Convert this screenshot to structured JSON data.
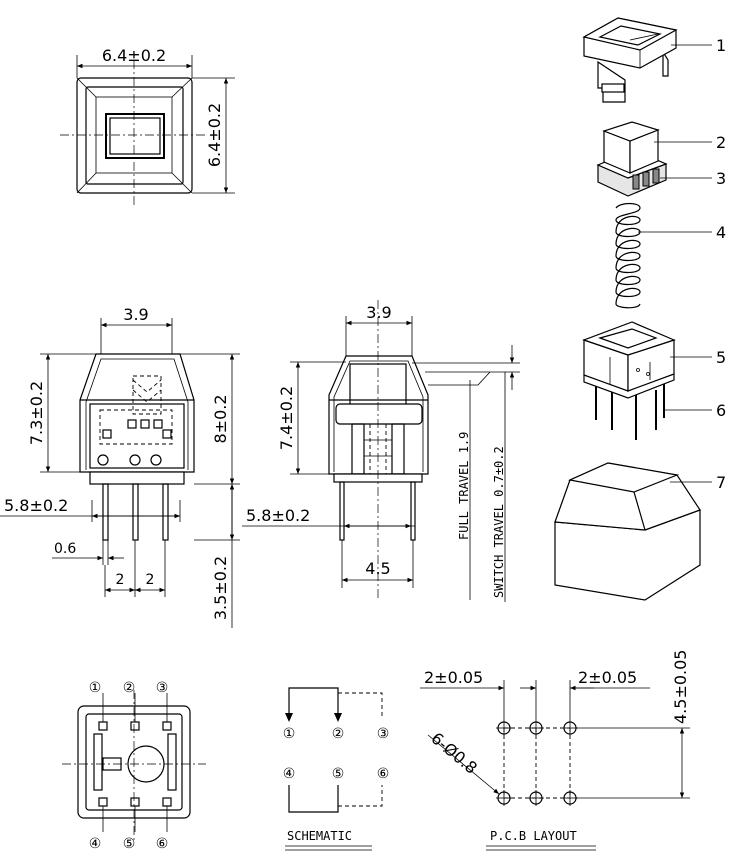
{
  "top_view": {
    "width_dim": "6.4±0.2",
    "height_dim": "6.4±0.2"
  },
  "exploded_view": {
    "parts": [
      {
        "number": "1"
      },
      {
        "number": "2"
      },
      {
        "number": "3"
      },
      {
        "number": "4"
      },
      {
        "number": "5"
      },
      {
        "number": "6"
      },
      {
        "number": "7"
      }
    ]
  },
  "front_view": {
    "top_width": "3.9",
    "body_height": "7.3±0.2",
    "total_height": "8±0.2",
    "pin_span": "5.8±0.2",
    "pin_width": "0.6",
    "pitch_left": "2",
    "pitch_right": "2",
    "pin_length": "3.5±0.2"
  },
  "side_view": {
    "top_width": "3.9",
    "body_height": "7.4±0.2",
    "pin_span": "5.8±0.2",
    "bottom_width": "4.5",
    "full_travel": "FULL TRAVEL 1.9",
    "switch_travel": "SWITCH TRAVEL 0.7±0.2"
  },
  "bottom_view": {
    "pins": [
      "①",
      "②",
      "③",
      "④",
      "⑤",
      "⑥"
    ]
  },
  "schematic": {
    "title": "SCHEMATIC",
    "pins": [
      "①",
      "②",
      "③",
      "④",
      "⑤",
      "⑥"
    ]
  },
  "pcb_layout": {
    "title": "P.C.B LAYOUT",
    "pitch_left": "2±0.05",
    "pitch_right": "2±0.05",
    "row_spacing": "4.5±0.05",
    "holes": "6-Ø0.8"
  }
}
